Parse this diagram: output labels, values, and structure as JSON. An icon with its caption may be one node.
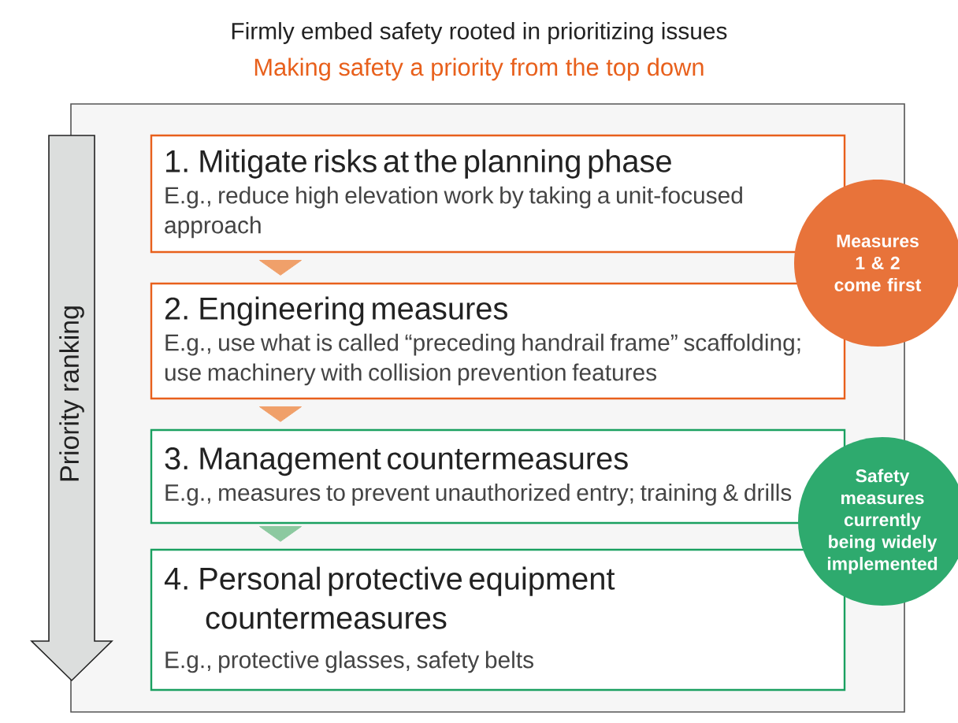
{
  "diagram": {
    "title": "Firmly embed safety rooted in prioritizing issues",
    "nodes": [
      {
        "text": [],
        "shape": "box"
      },
      {
        "text": [
          "Priority ranking"
        ]
      },
      {
        "text": [
          "1. Mitigate risks at the planning phase",
          "E.g., reduce high elevation work by taking a unit-focused approach"
        ],
        "in": 0
      },
      {
        "text": [
          "2. Engineering measures",
          "E.g., use what is called “preceding handrail frame” scaffolding; use machinery with collision prevention features"
        ],
        "in": 0
      },
      {
        "text": [
          "3. Management countermeasures",
          "E.g., measures to prevent unauthorized entry; training & drills"
        ],
        "in": 0
      },
      {
        "text": [
          "4. Personal protective equipment countermeasures",
          "E.g., protective glasses, safety belts"
        ],
        "in": 0
      },
      {
        "text": [
          "Measures 1 & 2 come first"
        ]
      },
      {
        "text": [
          "Safety measures currently being widely implemented"
        ]
      }
    ],
    "edges": [
      {
        "from": 2,
        "to": 3,
        "arrow": "to"
      },
      {
        "from": 3,
        "to": 4,
        "arrow": "to"
      },
      {
        "from": 4,
        "to": 5,
        "arrow": "to",
        "color": "#8cc9a0"
      }
    ],
    "labels": [
      "Making safety a priority from the top down"
    ]
  }
}
